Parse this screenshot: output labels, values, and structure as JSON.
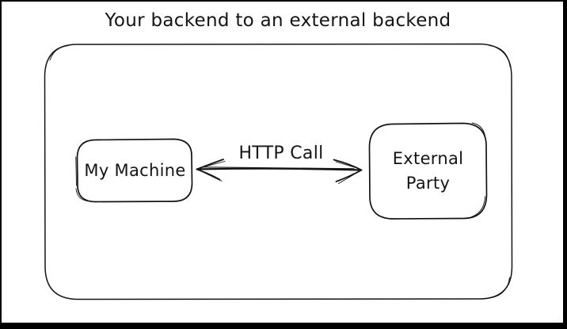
{
  "page": {
    "background": "#ffffff",
    "frame_color": "#000000",
    "ink_color": "#141414",
    "style": "hand-drawn-sketch"
  },
  "diagram": {
    "title": "Your backend to an external backend",
    "nodes": [
      {
        "id": "my-machine",
        "label": "My Machine"
      },
      {
        "id": "external-party",
        "label": "External Party"
      }
    ],
    "edge": {
      "from": "my-machine",
      "to": "external-party",
      "label": "HTTP Call",
      "style": "double-headed-arrow"
    }
  }
}
